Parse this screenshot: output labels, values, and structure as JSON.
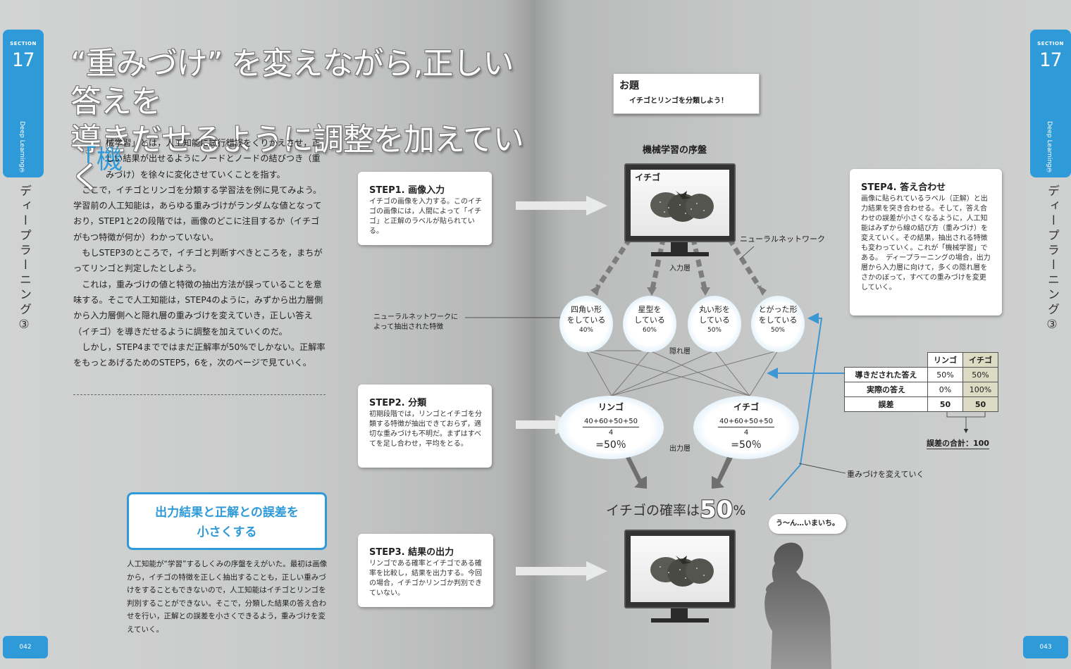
{
  "left_page": {
    "section_label": "SECTION",
    "section_number": "17",
    "tab_subtitle": "Deep Learning③",
    "vertical_title": "ディープラーニング③",
    "title_line1": "“重みづけ” を変えながら,正しい答えを",
    "title_line2": "導きだせるように調整を加えていく",
    "dropcap": "機",
    "paragraphs": [
      "械学習」とは，人工知能に試行錯誤をくりかえさせ，正しい結果が出せるようにノードとノードの結びつき（重みづけ）を徐々に変化させていくことを指す。",
      "ここで，イチゴとリンゴを分類する学習法を例に見てみよう。学習前の人工知能は，あらゆる重みづけがランダムな値となっており，STEP1と2の段階では，画像のどこに注目するか（イチゴがもつ特徴が何か）わかっていない。",
      "もしSTEP3のところで，イチゴと判断すべきところを，まちがってリンゴと判定したとしよう。",
      "これは，重みづけの値と特徴の抽出方法が誤っていることを意味する。そこで人工知能は，STEP4のように，みずから出力層側から入力層側へと隠れ層の重みづけを変えていき，正しい答え（イチゴ）を導きだせるように調整を加えていくのだ。",
      "しかし，STEP4までではまだ正解率が50%でしかない。正解率をもっとあげるためのSTEP5，6を，次のページで見ていく。"
    ],
    "callout_line1": "出力結果と正解との誤差を",
    "callout_line2": "小さくする",
    "lower_text": "人工知能が“学習”するしくみの序盤をえがいた。最初は画像から，イチゴの特徴を正しく抽出することも，正しい重みづけをすることもできないので，人工知能はイチゴとリンゴを判別することができない。そこで，分類した結果の答え合わせを行い，正解との誤差を小さくできるよう，重みづけを変えていく。",
    "page_number": "042"
  },
  "right_page": {
    "section_label": "SECTION",
    "section_number": "17",
    "tab_subtitle": "Deep Learning③",
    "vertical_title": "ディープラーニング③",
    "page_number": "043",
    "odai_title": "お題",
    "odai_body": "イチゴとリンゴを分類しよう！",
    "diagram_title": "機械学習の序盤",
    "monitor_label": "イチゴ",
    "nn_label": "ニューラルネットワーク",
    "input_layer": "入力層",
    "hidden_layer": "隠れ層",
    "output_layer": "出力層",
    "extracted_label_l1": "ニューラルネットワークに",
    "extracted_label_l2": "よって抽出された特徴",
    "weights_label": "重みづけを変えていく",
    "features": [
      {
        "l1": "四角い形",
        "l2": "をしている",
        "pct": "40%"
      },
      {
        "l1": "星型を",
        "l2": "している",
        "pct": "60%"
      },
      {
        "l1": "丸い形を",
        "l2": "している",
        "pct": "50%"
      },
      {
        "l1": "とがった形",
        "l2": "をしている",
        "pct": "50%"
      }
    ],
    "outputs": [
      {
        "name": "リンゴ",
        "formula": "40+60+50+50",
        "denom": "4",
        "result": "=50％"
      },
      {
        "name": "イチゴ",
        "formula": "40+60+50+50",
        "denom": "4",
        "result": "=50％"
      }
    ],
    "prob_prefix": "イチゴの確率は",
    "prob_value": "50",
    "prob_unit": "%",
    "bubble": "う〜ん…いまいち。",
    "steps": [
      {
        "title": "STEP1. 画像入力",
        "body": "イチゴの画像を入力する。このイチゴの画像には，人間によって「イチゴ」と正解のラベルが貼られている。"
      },
      {
        "title": "STEP2. 分類",
        "body": "初期段階では，リンゴとイチゴを分類する特徴が抽出できておらず，適切な重みづけも不明だ。まずはすべてを足し合わせ，平均をとる。"
      },
      {
        "title": "STEP3. 結果の出力",
        "body": "リンゴである確率とイチゴである確率を比較し，結果を出力する。今回の場合，イチゴかリンゴか判別できていない。"
      },
      {
        "title": "STEP4. 答え合わせ",
        "body": "画像に貼られているラベル（正解）と出力結果を突き合わせる。そして，答え合わせの誤差が小さくなるように，人工知能はみずから線の結び方（重みづけ）を変えていく。その結果，抽出される特徴も変わっていく。これが「機械学習」である。　ディープラーニングの場合，出力層から入力層に向けて，多くの隠れ層をさかのぼって，すべての重みづけを変更していく。"
      }
    ],
    "table": {
      "headers": [
        "リンゴ",
        "イチゴ"
      ],
      "rows": [
        {
          "label": "導きだされた答え",
          "ringo": "50%",
          "ichigo": "50%"
        },
        {
          "label": "実際の答え",
          "ringo": "0%",
          "ichigo": "100%"
        },
        {
          "label": "誤差",
          "ringo": "50",
          "ichigo": "50"
        }
      ]
    },
    "total": "誤差の合計：100"
  }
}
